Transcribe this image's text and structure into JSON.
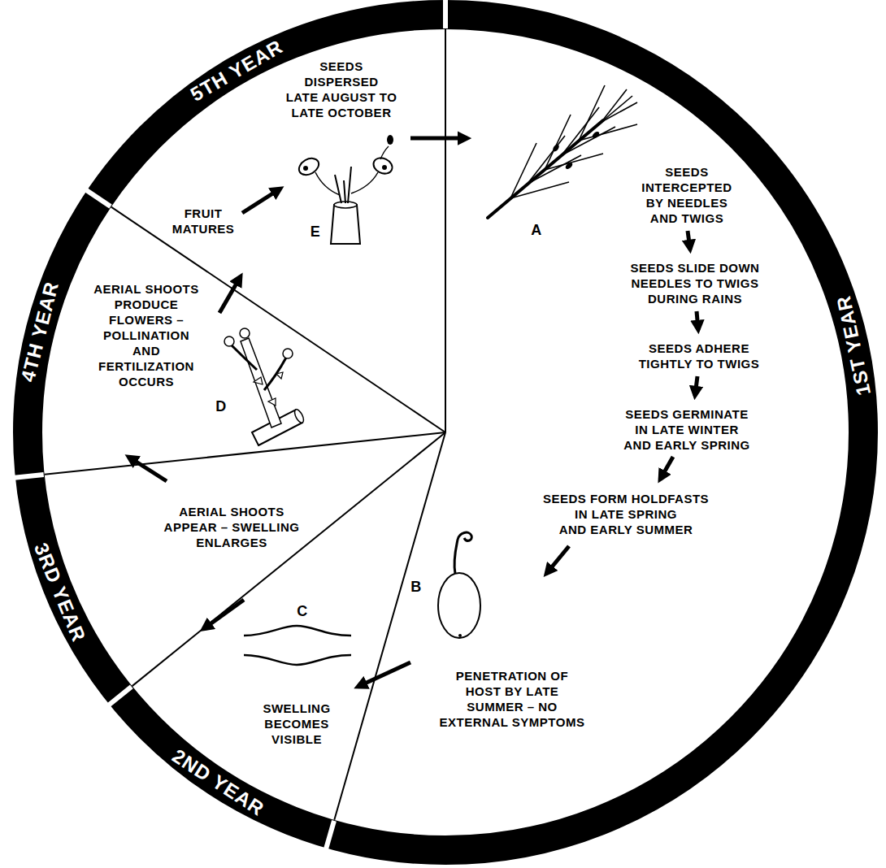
{
  "diagram": {
    "nodes": [
      {
        "text": [
          "1ST YEAR"
        ]
      },
      {
        "text": [
          "2ND YEAR"
        ]
      },
      {
        "text": [
          "3RD YEAR"
        ]
      },
      {
        "text": [
          "4TH YEAR"
        ]
      },
      {
        "text": [
          "5TH YEAR"
        ]
      }
    ],
    "labels": [
      "SEEDS DISPERSED LATE AUGUST TO LATE OCTOBER",
      "FRUIT MATURES",
      "E",
      "A",
      "SEEDS INTERCEPTED BY NEEDLES AND TWIGS",
      "SEEDS SLIDE DOWN NEEDLES TO TWIGS DURING RAINS",
      "SEEDS ADHERE TIGHTLY TO TWIGS",
      "SEEDS GERMINATE IN LATE WINTER AND EARLY SPRING",
      "SEEDS FORM HOLDFASTS IN LATE SPRING AND EARLY SUMMER",
      "B",
      "PENETRATION OF HOST BY LATE SUMMER – NO EXTERNAL SYMPTOMS",
      "C",
      "SWELLING BECOMES VISIBLE",
      "AERIAL SHOOTS APPEAR – SWELLING ENLARGES",
      "AERIAL SHOOTS PRODUCE FLOWERS – POLLINATION AND FERTILIZATION OCCURS",
      "D"
    ]
  }
}
